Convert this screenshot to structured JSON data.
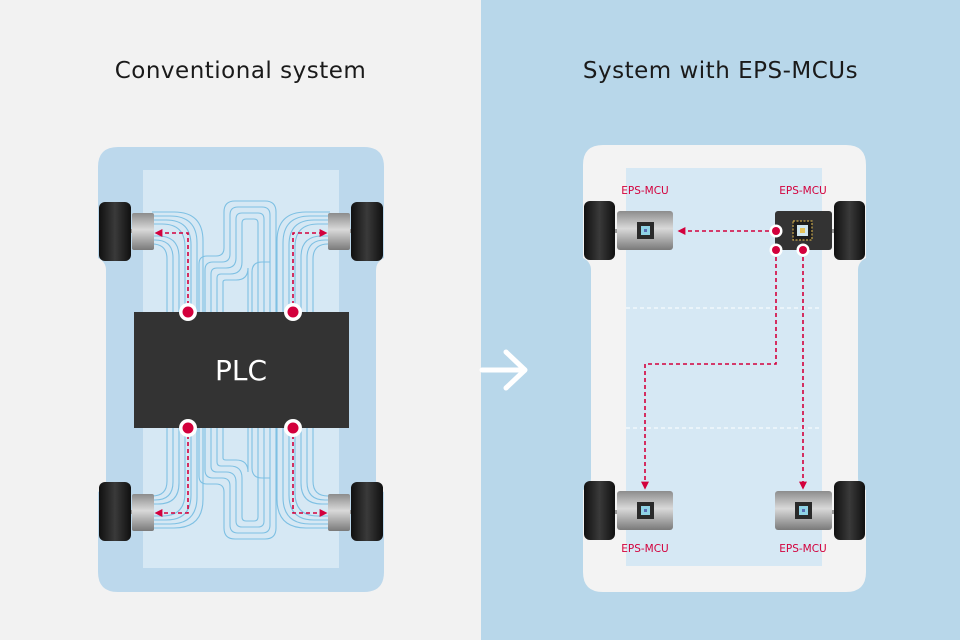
{
  "left": {
    "title": "Conventional system",
    "controller_label": "PLC"
  },
  "right": {
    "title": "System with EPS-MCUs",
    "mcu_label": "EPS-MCU"
  },
  "colors": {
    "left_bg": "#f2f2f2",
    "right_bg": "#b8d7ea",
    "chassis_left": "#bcd8ec",
    "chassis_right": "#f3f3f3",
    "wire": "#7ec0e3",
    "signal": "#d3003c",
    "controller": "#333333",
    "tire": "#151515"
  },
  "icons": [
    "arrow-right-icon",
    "chip-icon",
    "wheel-icon"
  ]
}
